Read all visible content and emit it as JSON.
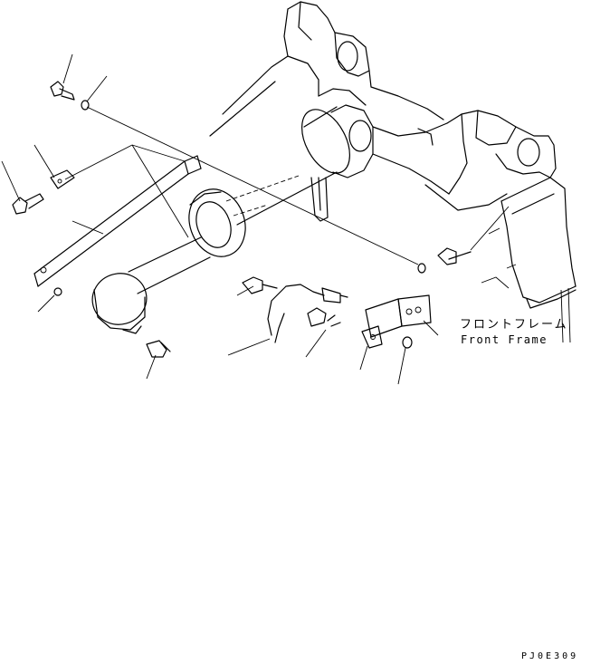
{
  "labels": {
    "front_frame_jp": "フロントフレーム",
    "front_frame_en": "Front Frame",
    "drawing_code": "PJ0E309"
  }
}
